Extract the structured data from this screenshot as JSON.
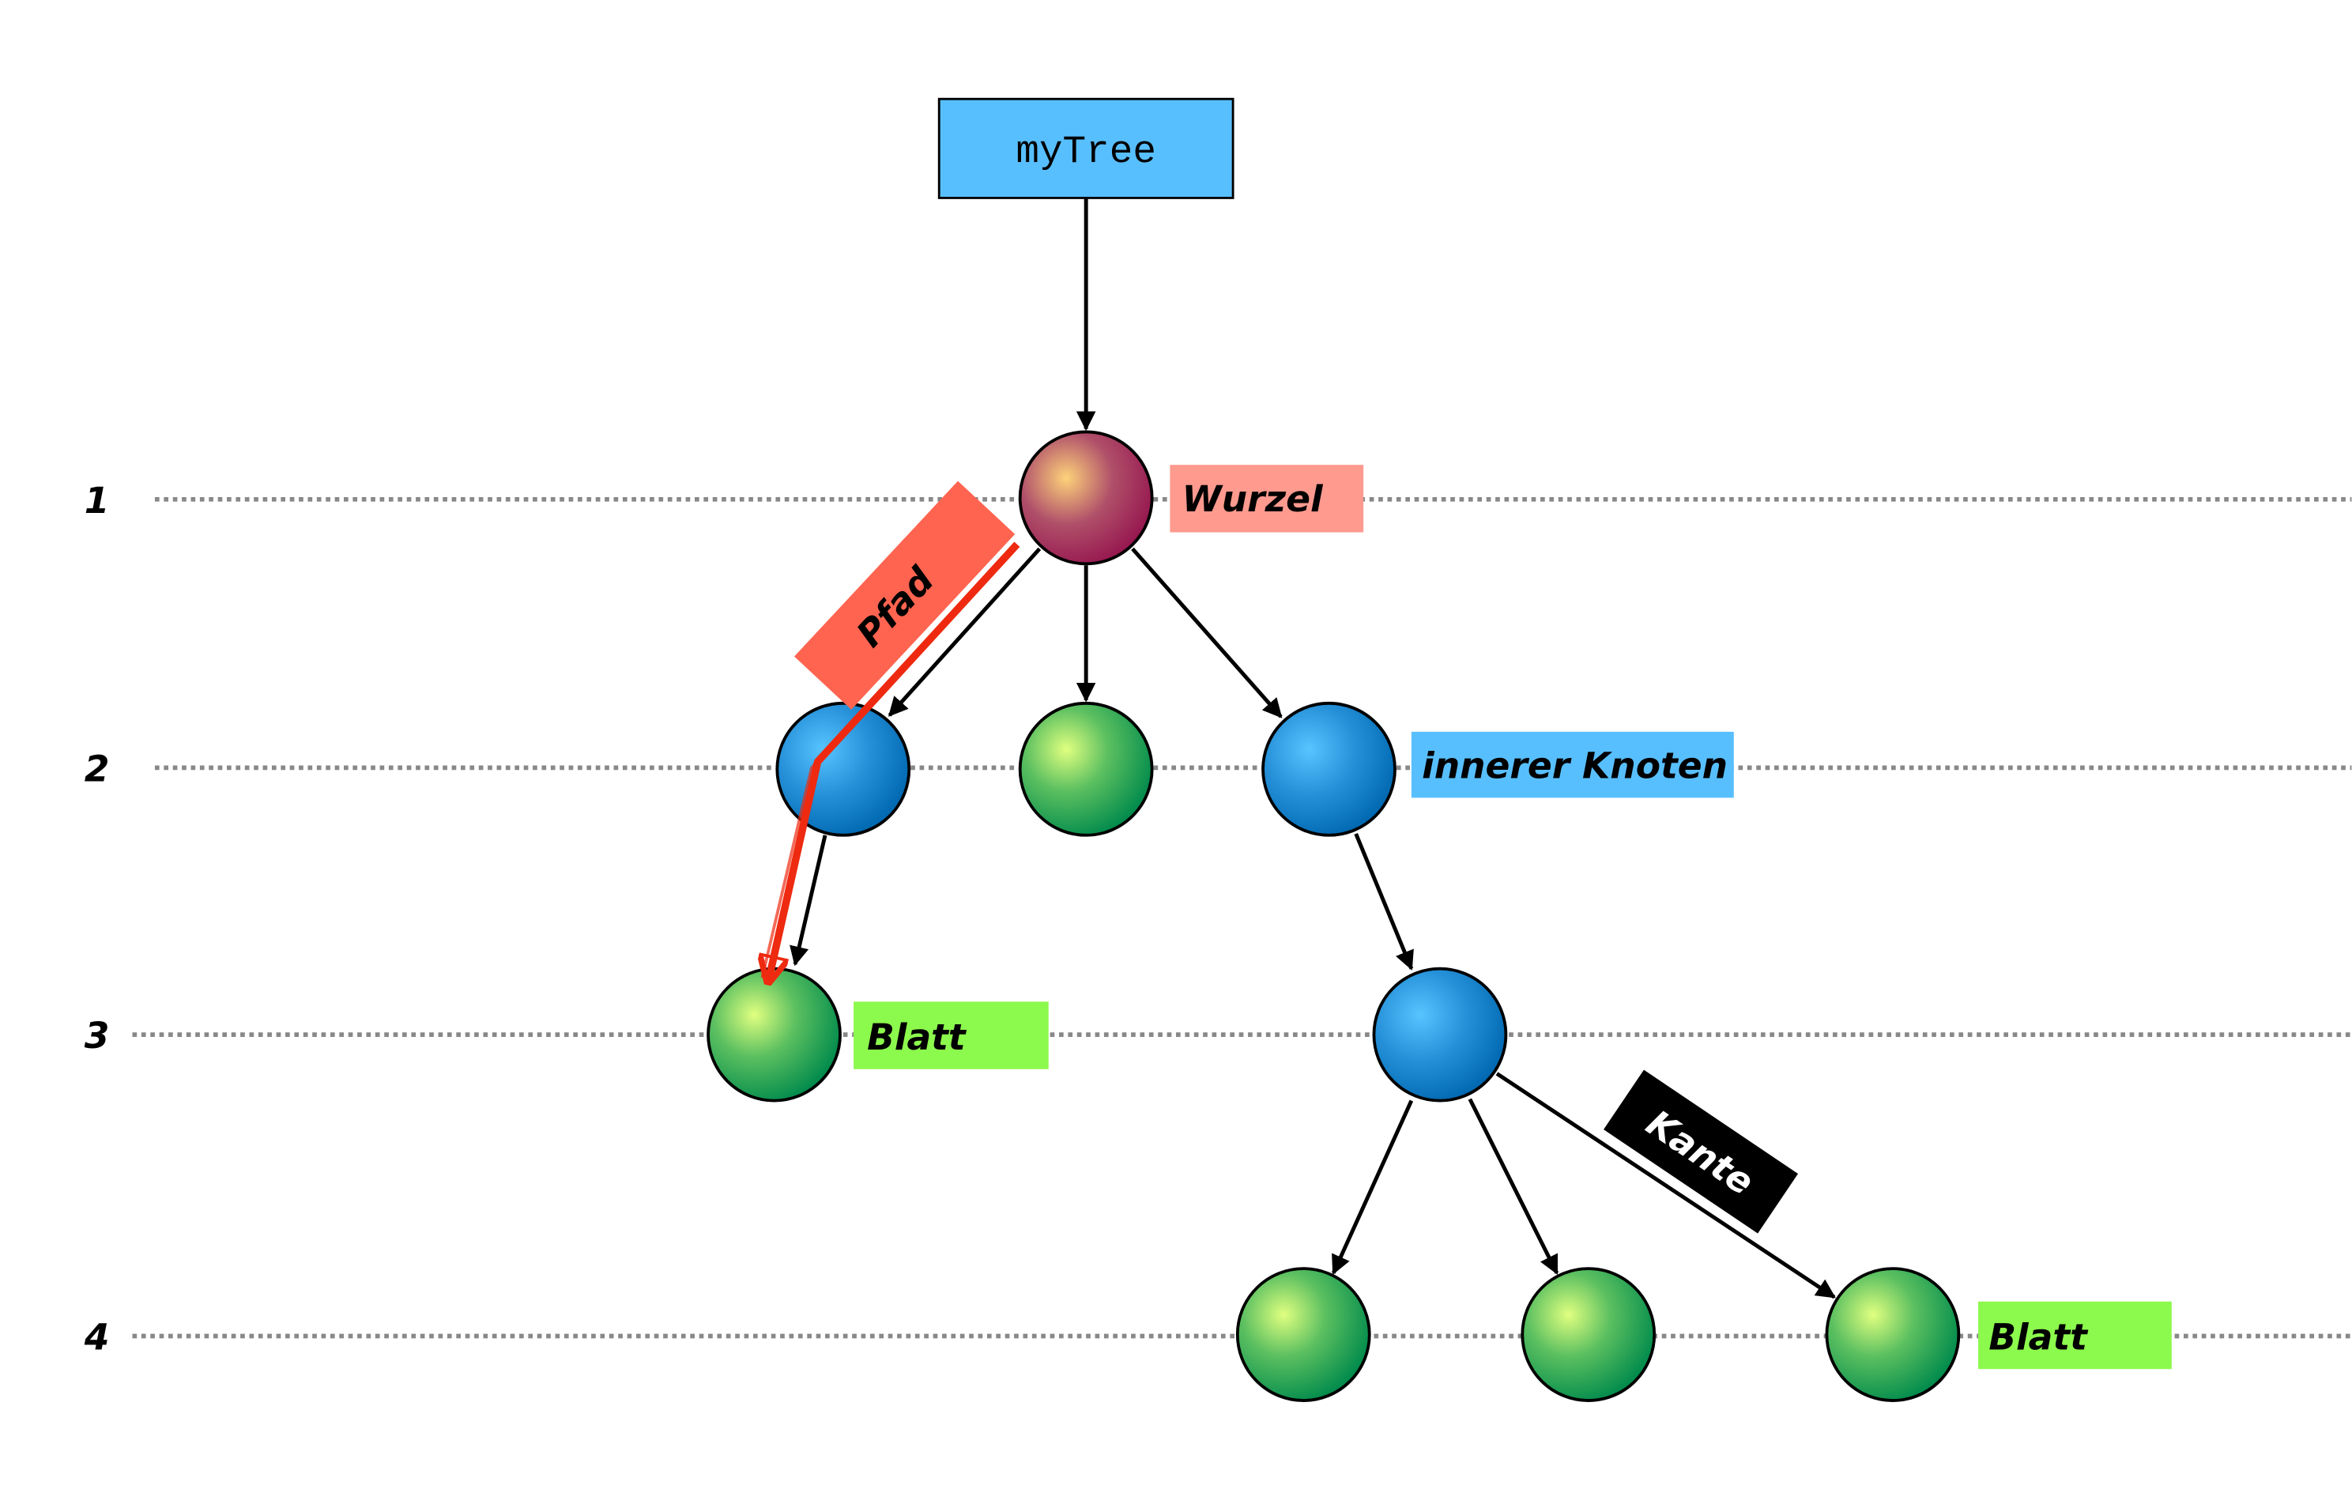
{
  "title_box": "myTree",
  "levels": [
    "1",
    "2",
    "3",
    "4"
  ],
  "labels": {
    "root": "Wurzel",
    "inner": "innerer Knoten",
    "leaf_left": "Blatt",
    "leaf_right": "Blatt",
    "edge": "Kante",
    "path": "Pfad"
  },
  "colors": {
    "title_box": "#58bffe",
    "root_label": "#ff9a8f",
    "inner_label": "#58bffe",
    "leaf_label": "#8cf94d",
    "edge_label": "#000000",
    "path_label": "#ff6450",
    "path_stroke": "#ee2a10"
  }
}
